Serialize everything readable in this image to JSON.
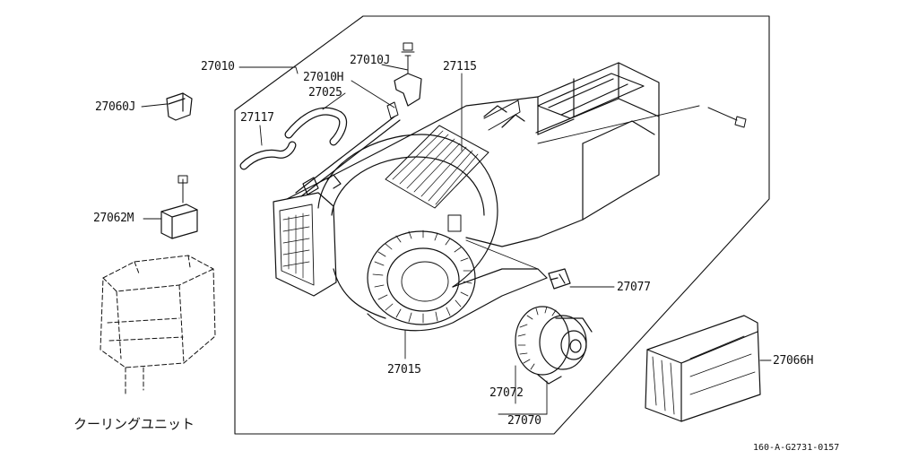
{
  "parts": {
    "p27010": "27010",
    "p27010J": "27010J",
    "p27010H": "27010H",
    "p27025": "27025",
    "p27115": "27115",
    "p27117": "27117",
    "p27060J": "27060J",
    "p27062M": "27062M",
    "p27077": "27077",
    "p27015": "27015",
    "p27072": "27072",
    "p27070": "27070",
    "p27066H": "27066H"
  },
  "cooling_unit_label": "クーリングユニット",
  "drawing_ref": "160-A-G2731-0157",
  "colors": {
    "ink": "#111111",
    "paper": "#ffffff"
  }
}
